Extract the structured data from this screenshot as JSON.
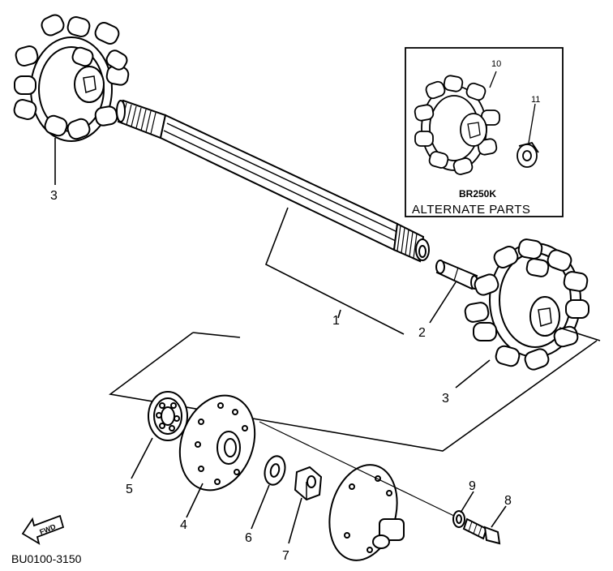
{
  "diagram": {
    "part_numbers": {
      "p1": "1",
      "p2": "2",
      "p3_left": "3",
      "p3_right": "3",
      "p4": "4",
      "p5": "5",
      "p6": "6",
      "p7": "7",
      "p8": "8",
      "p9": "9",
      "p10": "10",
      "p11": "11"
    },
    "alternate_box": {
      "model": "BR250K",
      "title": "ALTERNATE PARTS"
    },
    "fwd_label": "FWD",
    "drawing_code": "BU0100-3150"
  }
}
